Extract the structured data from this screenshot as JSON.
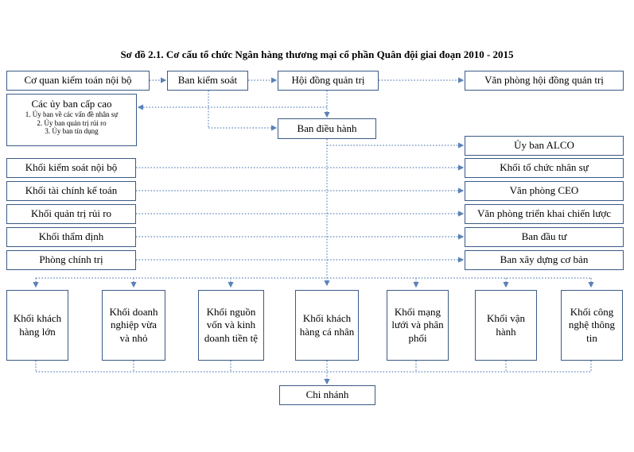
{
  "title": "Sơ đồ 2.1. Cơ cấu tổ chức Ngân hàng thương mại cổ phần Quân đội giai đoạn 2010 - 2015",
  "top_row": {
    "internal_audit": "Cơ quan kiểm toán nội bộ",
    "supervisory_board": "Ban kiểm soát",
    "board_of_directors": "Hội đồng quản trị",
    "board_office": "Văn phòng hội đồng quản trị"
  },
  "committees": {
    "head": "Các ủy ban cấp cao",
    "items": [
      "1. Ủy ban về các vấn đề nhân sự",
      "2. Ủy ban quản trị rủi ro",
      "3. Ủy ban tín dụng"
    ]
  },
  "executive_board": "Ban điều hành",
  "left_blocks": [
    "Khối kiểm soát nội bộ",
    "Khối tài chính kế toán",
    "Khối quản trị rủi ro",
    "Khối thẩm định",
    "Phòng chính trị"
  ],
  "right_blocks": [
    "Ủy ban ALCO",
    "Khối tổ chức nhân sự",
    "Văn phòng CEO",
    "Văn phòng triển khai chiến lược",
    "Ban đầu tư",
    "Ban xây dựng cơ bản"
  ],
  "business_blocks": [
    "Khối khách hàng lớn",
    "Khối doanh nghiệp vừa và nhỏ",
    "Khối nguồn vốn và kinh doanh tiền tệ",
    "Khối khách hàng cá nhân",
    "Khối mạng lưới và phân phối",
    "Khối vận hành",
    "Khối công nghệ thông tin"
  ],
  "branch": "Chi nhánh",
  "colors": {
    "border": "#3b5b86",
    "connector": "#5a82b8"
  }
}
